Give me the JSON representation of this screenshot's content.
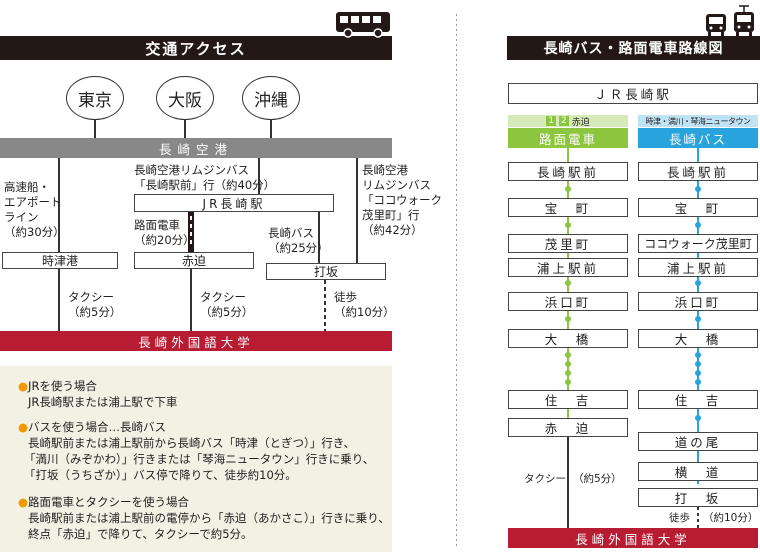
{
  "access": {
    "title": "交通アクセス",
    "cities": [
      "東京",
      "大阪",
      "沖縄"
    ],
    "airport": "長崎空港",
    "ferry": [
      "高速船・",
      "エアポート",
      "ライン",
      "（約30分）"
    ],
    "limousine_center": [
      "長崎空港リムジンバス",
      "「長崎駅前」行（約40分）"
    ],
    "jr_station": "JR長崎駅",
    "limousine_right": [
      "長崎空港",
      "リムジンバス",
      "「ココウォーク",
      "茂里町」行",
      "（約42分）"
    ],
    "tram_label": [
      "路面電車",
      "（約20分）"
    ],
    "bus_label": [
      "長崎バス",
      "（約25分）"
    ],
    "stops": {
      "tokitsu": "時津港",
      "akasako": "赤迫",
      "uchisaka": "打坂"
    },
    "taxi_left": [
      "タクシー",
      "（約5分）"
    ],
    "taxi_center": [
      "タクシー",
      "（約5分）"
    ],
    "walk": [
      "徒歩",
      "（約10分）"
    ],
    "university": "長崎外国語大学"
  },
  "info": {
    "jr_head": "JRを使う場合",
    "jr_body": "JR長崎駅または浦上駅で下車",
    "bus_head": "バスを使う場合…長崎バス",
    "bus_lines": [
      "長崎駅前または浦上駅前から長崎バス「時津（とぎつ）」行き、",
      "「満川（みぞかわ）」行きまたは「琴海ニュータウン」行きに乗り、",
      "「打坂（うちざか）」バス停で降りて、徒歩約10分。"
    ],
    "tram_head": "路面電車とタクシーを使う場合",
    "tram_lines": [
      "長崎駅前または浦上駅前の電停から「赤迫（あかさこ）」行きに乗り、",
      "終点「赤迫」で降りて、タクシーで約5分。"
    ]
  },
  "route_map": {
    "title": "長崎バス・路面電車路線図",
    "jr_station": "ＪＲ長崎駅",
    "tram_badge_1": "1",
    "tram_badge_2": "2",
    "tram_badge_text": "赤迫",
    "tram_name": "路面電車",
    "bus_badge_text": "時津・満川・琴海ニュータウン",
    "bus_name": "長崎バス",
    "tram_stations": [
      "長崎駅前",
      "宝　町",
      "茂里町",
      "浦上駅前",
      "浜口町",
      "大　橋",
      "住　吉",
      "赤　迫"
    ],
    "bus_stations": [
      "長崎駅前",
      "宝　町",
      "ココウォーク茂里町",
      "浦上駅前",
      "浜口町",
      "大　橋",
      "住　吉",
      "道の尾",
      "横　道",
      "打　坂"
    ],
    "taxi": "タクシー",
    "taxi_time": "（約5分）",
    "walk": "徒歩",
    "walk_time": "（約10分）",
    "university": "長崎外国語大学",
    "colors": {
      "tram": "#8cc63f",
      "bus": "#29a3dc",
      "university": "#b81c33"
    }
  }
}
